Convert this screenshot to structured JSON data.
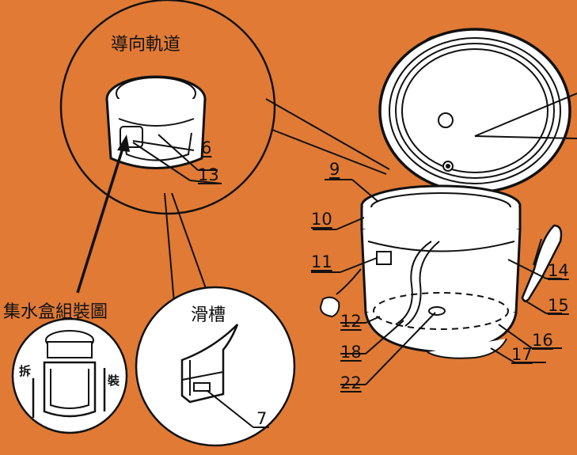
{
  "colors": {
    "background": "#E07A35",
    "line": "#111111",
    "fill": "#FFFFFF"
  },
  "callouts": {
    "guide_rail": "導向軌道",
    "slide_groove": "滑槽",
    "water_box_assembly": "集水盒組裝圖",
    "remove": "拆",
    "install": "裝"
  },
  "part_numbers": {
    "p6": "6",
    "p13": "13",
    "p9": "9",
    "p10": "10",
    "p11": "11",
    "p12": "12",
    "p18": "18",
    "p22": "22",
    "p14": "14",
    "p15": "15",
    "p16": "16",
    "p17": "17",
    "p7": "7"
  }
}
